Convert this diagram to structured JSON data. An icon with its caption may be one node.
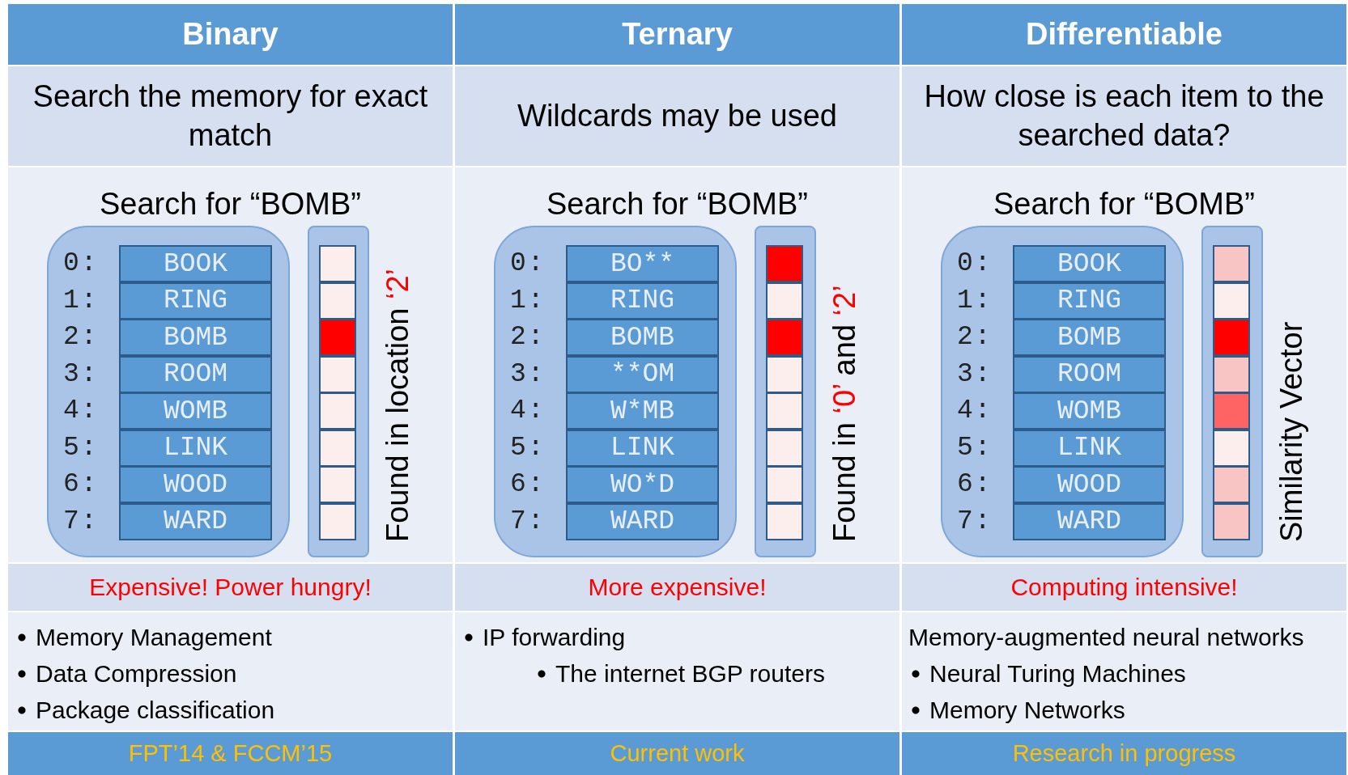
{
  "diagram": {
    "nodes": [
      {
        "text": [],
        "shape": "box"
      },
      {
        "text": [
          "BOOK"
        ],
        "in": 0
      },
      {
        "text": [
          "RING"
        ],
        "in": 0
      },
      {
        "text": [
          "BOMB"
        ],
        "in": 0
      },
      {
        "text": [
          "ROOM"
        ],
        "in": 0
      },
      {
        "text": [
          "WOMB"
        ],
        "in": 0
      },
      {
        "text": [
          "LINK"
        ],
        "in": 0
      },
      {
        "text": [
          "WOOD"
        ],
        "in": 0
      },
      {
        "text": [
          "WARD"
        ],
        "in": 0
      },
      {
        "text": [],
        "shape": "bar",
        "beside": [
          "Found in location",
          "‘2’"
        ]
      },
      {
        "text": [],
        "shape": "box",
        "in": 9
      },
      {
        "text": [],
        "shape": "box",
        "in": 9
      },
      {
        "text": [],
        "shape": "box",
        "in": 9
      },
      {
        "text": [],
        "shape": "box",
        "in": 9
      },
      {
        "text": [],
        "shape": "box",
        "in": 9
      },
      {
        "text": [],
        "shape": "box",
        "in": 9
      },
      {
        "text": [],
        "shape": "box",
        "in": 9
      },
      {
        "text": [],
        "shape": "box",
        "in": 9
      },
      {
        "text": [],
        "shape": "box"
      },
      {
        "text": [
          "BO**"
        ],
        "in": 18
      },
      {
        "text": [
          "RING"
        ],
        "in": 18
      },
      {
        "text": [
          "BOMB"
        ],
        "in": 18
      },
      {
        "text": [
          "**OM"
        ],
        "in": 18
      },
      {
        "text": [
          "W*MB"
        ],
        "in": 18
      },
      {
        "text": [
          "LINK"
        ],
        "in": 18
      },
      {
        "text": [
          "WO*D"
        ],
        "in": 18
      },
      {
        "text": [
          "WARD"
        ],
        "in": 18
      },
      {
        "text": [],
        "shape": "bar",
        "beside": [
          "Found in",
          "‘0’",
          "and",
          "‘2’"
        ]
      },
      {
        "text": [],
        "shape": "box",
        "in": 27
      },
      {
        "text": [],
        "shape": "box",
        "in": 27
      },
      {
        "text": [],
        "shape": "box",
        "in": 27
      },
      {
        "text": [],
        "shape": "box",
        "in": 27
      },
      {
        "text": [],
        "shape": "box",
        "in": 27
      },
      {
        "text": [],
        "shape": "box",
        "in": 27
      },
      {
        "text": [],
        "shape": "box",
        "in": 27
      },
      {
        "text": [],
        "shape": "box",
        "in": 27
      },
      {
        "text": [],
        "shape": "box"
      },
      {
        "text": [
          "BOOK"
        ],
        "in": 36
      },
      {
        "text": [
          "RING"
        ],
        "in": 36
      },
      {
        "text": [
          "BOMB"
        ],
        "in": 36
      },
      {
        "text": [
          "ROOM"
        ],
        "in": 36
      },
      {
        "text": [
          "WOMB"
        ],
        "in": 36
      },
      {
        "text": [
          "LINK"
        ],
        "in": 36
      },
      {
        "text": [
          "WOOD"
        ],
        "in": 36
      },
      {
        "text": [
          "WARD"
        ],
        "in": 36
      },
      {
        "text": [],
        "shape": "bar",
        "beside": [
          "Similarity Vector"
        ]
      },
      {
        "text": [],
        "shape": "box",
        "in": 45
      },
      {
        "text": [],
        "shape": "box",
        "in": 45
      },
      {
        "text": [],
        "shape": "box",
        "in": 45
      },
      {
        "text": [],
        "shape": "box",
        "in": 45
      },
      {
        "text": [],
        "shape": "box",
        "in": 45
      },
      {
        "text": [],
        "shape": "box",
        "in": 45
      },
      {
        "text": [],
        "shape": "box",
        "in": 45
      },
      {
        "text": [],
        "shape": "box",
        "in": 45
      }
    ],
    "labels": [
      "Binary",
      "Ternary",
      "Differentiable",
      "Search the memory for exact match",
      "Wildcards may be used",
      "How close is each item to the searched data?",
      "Search for “BOMB”",
      "Search for “BOMB”",
      "Search for “BOMB”",
      "0:",
      "1:",
      "2:",
      "3:",
      "4:",
      "5:",
      "6:",
      "7:",
      "0:",
      "1:",
      "2:",
      "3:",
      "4:",
      "5:",
      "6:",
      "7:",
      "0:",
      "1:",
      "2:",
      "3:",
      "4:",
      "5:",
      "6:",
      "7:",
      "Expensive! Power hungry!",
      "More expensive!",
      "Computing intensive!",
      "Memory Management",
      "Data Compression",
      "Package classification",
      "IP forwarding",
      "The internet BGP routers",
      "Memory-augmented neural networks",
      "Neural Turing Machines",
      "Memory Networks",
      "FPT’14 & FCCM’15",
      "Current work",
      "Research in progress"
    ]
  }
}
